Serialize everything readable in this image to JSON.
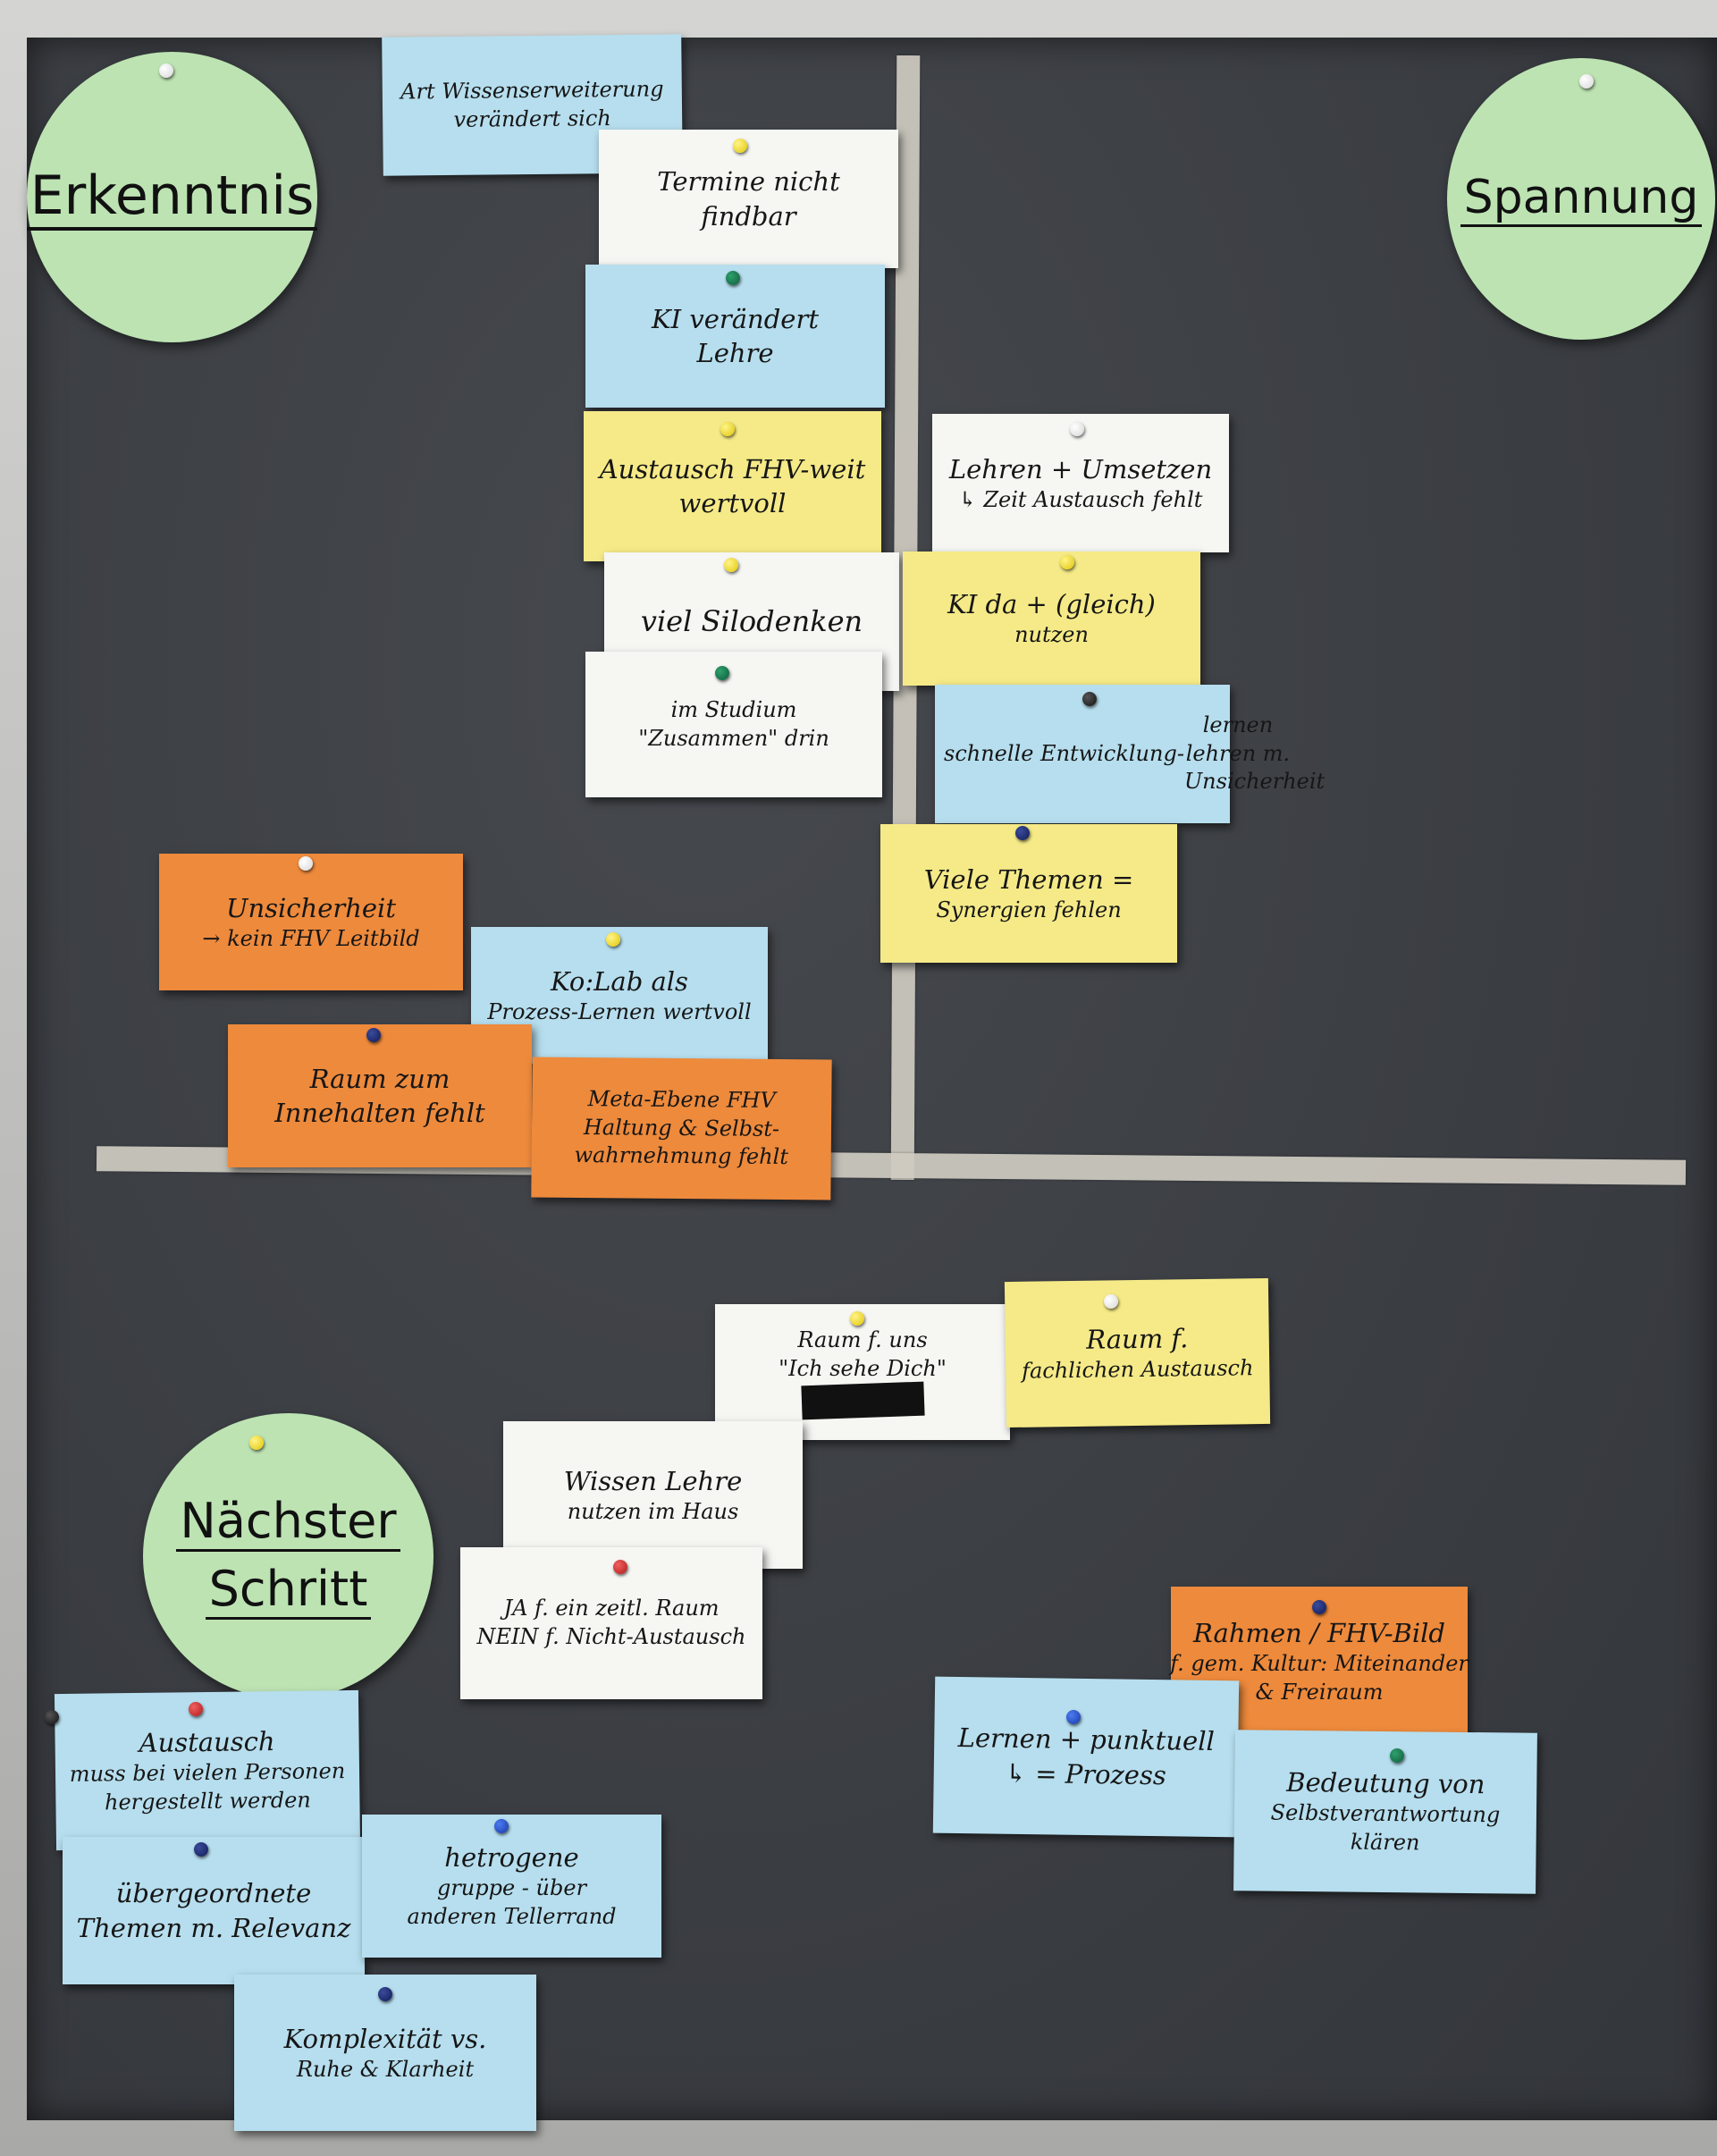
{
  "circles": {
    "erkenntnis": "Erkenntnis",
    "spannung": "Spannung",
    "naechster_line1": "Nächster",
    "naechster_line2": "Schritt"
  },
  "cards": {
    "c01": [
      "Art Wissenserweiterung",
      "verändert sich"
    ],
    "c02": [
      "Termine nicht",
      "findbar"
    ],
    "c03": [
      "KI verändert",
      "Lehre"
    ],
    "c04": [
      "Austausch FHV-weit",
      "wertvoll"
    ],
    "c05": [
      "viel Silodenken"
    ],
    "c06": [
      "im Studium",
      "\"Zusammen\" drin"
    ],
    "c07": [
      "Lehren + Umsetzen",
      "↳ Zeit Austausch fehlt"
    ],
    "c08": [
      "KI da + (gleich)",
      "nutzen"
    ],
    "c09": [
      "schnelle Entwicklung",
      "-",
      "lernen",
      "lehren m. Unsicherheit"
    ],
    "c10": [
      "Viele Themen =",
      "Synergien fehlen"
    ],
    "c11": [
      "Unsicherheit",
      "→ kein FHV Leitbild"
    ],
    "c12": [
      "Ko:Lab als",
      "Prozess-Lernen wertvoll"
    ],
    "c13": [
      "Raum zum",
      "Innehalten fehlt"
    ],
    "c14": [
      "Meta-Ebene FHV",
      "Haltung & Selbst-",
      "wahrnehmung fehlt"
    ],
    "c15": [
      "Raum f. uns",
      "\"Ich sehe Dich\""
    ],
    "c16": [
      "Raum f.",
      "fachlichen Austausch"
    ],
    "c17": [
      "Wissen Lehre",
      "nutzen im Haus"
    ],
    "c18": [
      "JA f. ein zeitl. Raum",
      "NEIN f. Nicht-Austausch"
    ],
    "c19": [
      "Rahmen / FHV-Bild",
      "f. gem. Kultur: Miteinander",
      "& Freiraum"
    ],
    "c20": [
      "Lernen + punktuell",
      "↳ = Prozess"
    ],
    "c21": [
      "Bedeutung von",
      "Selbstverantwortung",
      "klären"
    ],
    "c22": [
      "Austausch",
      "muss bei vielen Personen",
      "hergestellt werden"
    ],
    "c23": [
      "übergeordnete",
      "Themen m. Relevanz"
    ],
    "c24": [
      "hetrogene",
      "gruppe - über",
      "anderen Tellerrand"
    ],
    "c25": [
      "Komplexität vs.",
      "Ruhe & Klarheit"
    ]
  }
}
